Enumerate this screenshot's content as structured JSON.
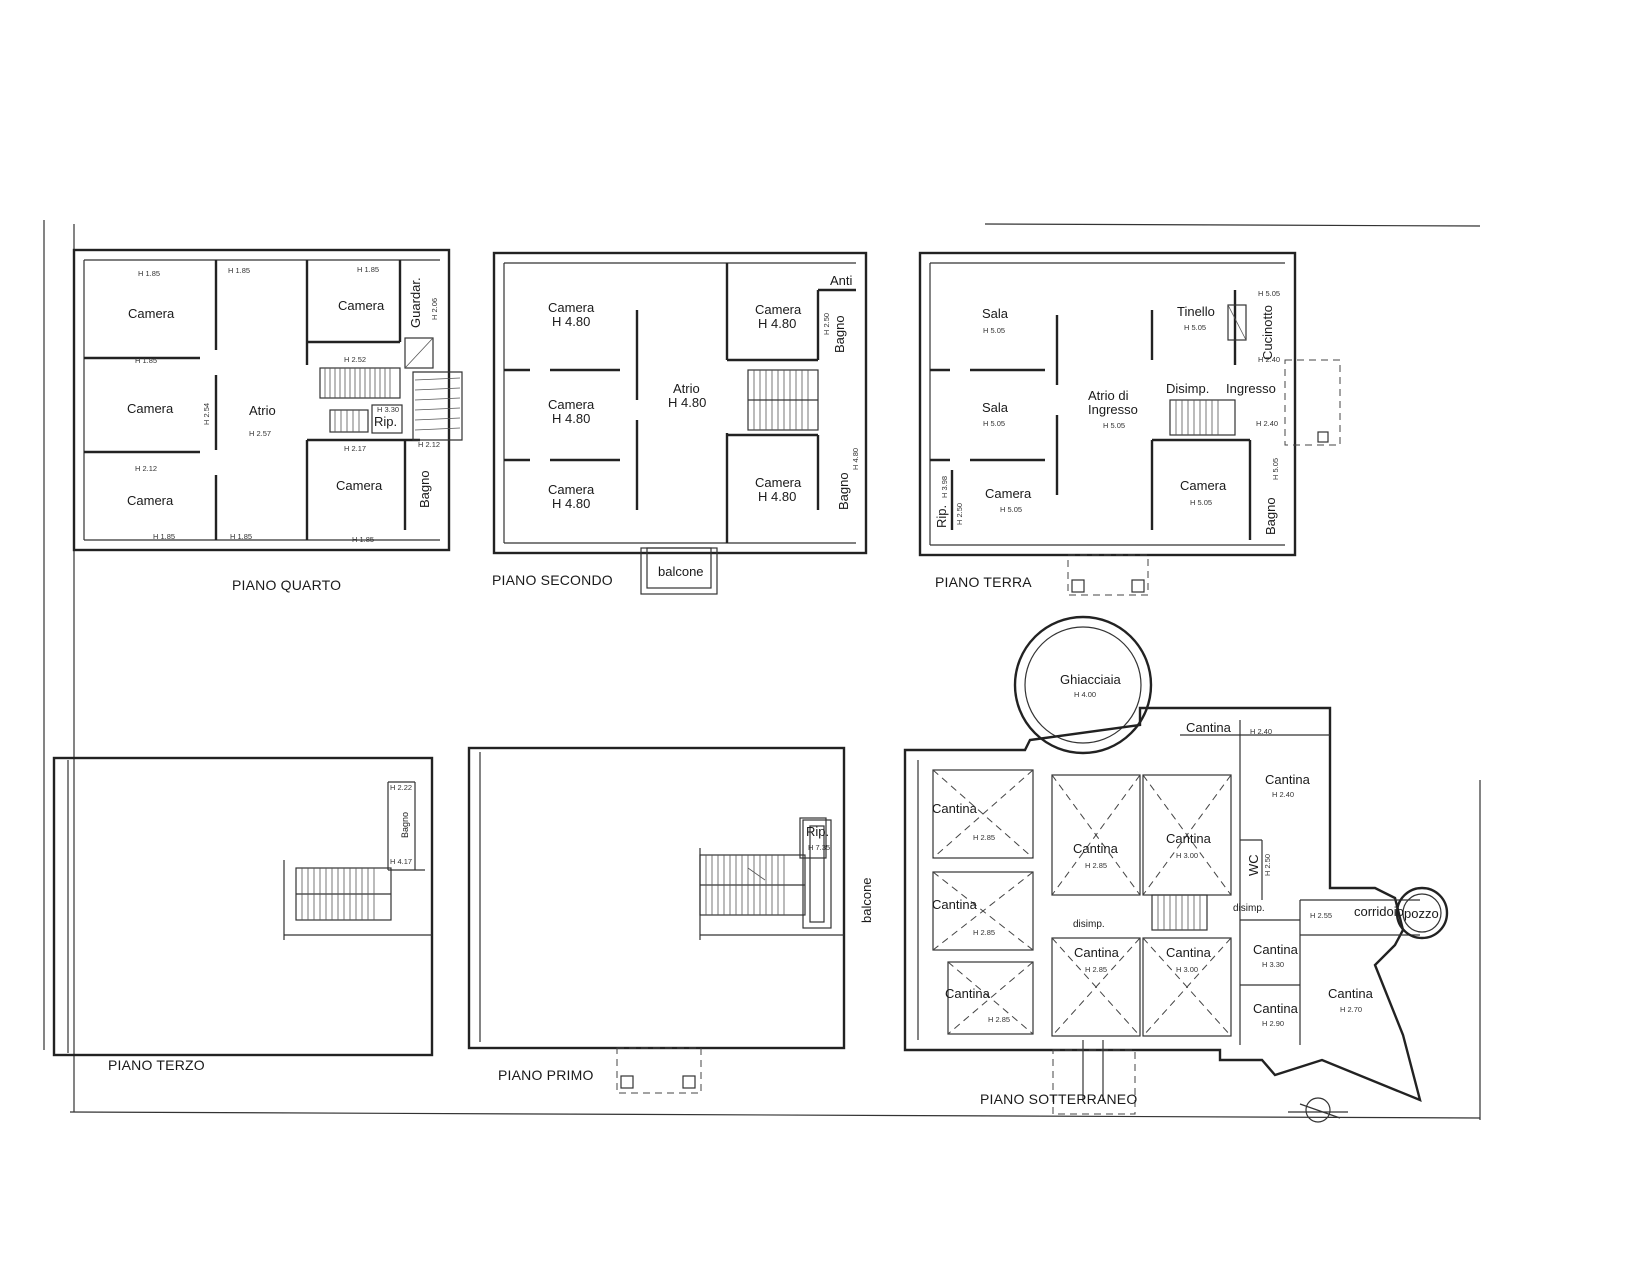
{
  "floors": {
    "quarto": {
      "title": "PIANO QUARTO",
      "rooms": {
        "camera1": "Camera",
        "camera2": "Camera",
        "camera3": "Camera",
        "camera4": "Camera",
        "camera5": "Camera",
        "atrio": "Atrio",
        "guardar": "Guardar.",
        "rip": "Rip.",
        "bagno": "Bagno"
      },
      "heights": {
        "h1": "H 1.85",
        "h2": "H 1.85",
        "h3": "H 1.85",
        "h4": "H 1.85",
        "h5": "H 1.85",
        "h6": "H 1.85",
        "h7": "H 1.85",
        "h8": "H 2.52",
        "h9": "H 2.57",
        "h10": "H 2.54",
        "h11": "H 2.12",
        "h12": "H 2.17",
        "h13": "H 3.30",
        "h14": "H 2.12",
        "h15": "H 2.06"
      }
    },
    "secondo": {
      "title": "PIANO SECONDO",
      "rooms": {
        "camera1": "Camera",
        "camera2": "Camera",
        "camera3": "Camera",
        "camera4": "Camera",
        "camera5": "Camera",
        "atrio": "Atrio",
        "anti": "Anti",
        "bagno1": "Bagno",
        "bagno2": "Bagno",
        "balcone": "balcone"
      },
      "heights": {
        "c1": "H 4.80",
        "c2": "H 4.80",
        "c3": "H 4.80",
        "c4": "H 4.80",
        "c5": "H 4.80",
        "atrio": "H 4.80",
        "b1": "H 2.50",
        "b2": "H 4.80"
      }
    },
    "terra": {
      "title": "PIANO TERRA",
      "rooms": {
        "sala1": "Sala",
        "sala2": "Sala",
        "camera1": "Camera",
        "camera2": "Camera",
        "atrio1": "Atrio di",
        "atrio2": "Ingresso",
        "tinello": "Tinello",
        "cucinotto": "Cucinotto",
        "disimp": "Disimp.",
        "ingresso": "Ingresso",
        "bagno": "Bagno",
        "rip": "Rip."
      },
      "heights": {
        "sala1": "H 5.05",
        "sala2": "H 5.05",
        "camera1": "H 5.05",
        "camera2": "H 5.05",
        "atrio": "H 5.05",
        "tinello": "H 5.05",
        "cuc1": "H 5.05",
        "cuc2": "H 2.40",
        "ingresso": "H 2.40",
        "bagno": "H 5.05",
        "rip1": "H 3.98",
        "rip2": "H 2.50"
      }
    },
    "terzo": {
      "title": "PIANO TERZO",
      "rooms": {
        "bagno": "Bagno"
      },
      "heights": {
        "h1": "H 2.22",
        "h2": "H 4.17"
      }
    },
    "primo": {
      "title": "PIANO PRIMO",
      "rooms": {
        "rip": "Rip.",
        "balcone": "balcone"
      },
      "heights": {
        "rip": "H 7.35"
      }
    },
    "sotterraneo": {
      "title": "PIANO SOTTERRANEO",
      "rooms": {
        "ghiacciaia": "Ghiacciaia",
        "cantina1": "Cantina",
        "cantina2": "Cantina",
        "cantina3": "Cantina",
        "cantina4": "Cantina",
        "cantina5": "Cantina",
        "cantina6": "Cantina",
        "cantina7": "Cantina",
        "cantina8": "Cantina",
        "cantina9": "Cantina",
        "cantina10": "Cantina",
        "cantina11": "Cantina",
        "cantina12": "Cantina",
        "disimp1": "disimp.",
        "disimp2": "disimp.",
        "wc": "WC",
        "corridoio": "corridoio",
        "pozzo": "pozzo"
      },
      "heights": {
        "ghiacciaia": "H 4.00",
        "c1": "H 2.85",
        "c2": "H 2.85",
        "c3": "H 3.00",
        "c4": "H 2.85",
        "c5": "H 2.85",
        "c6": "H 2.85",
        "c7": "H 3.00",
        "c8": "H 2.40",
        "c9": "H 2.40",
        "c10": "H 3.30",
        "c11": "H 2.90",
        "c12": "H 2.70",
        "wc": "H 2.50",
        "corr": "H 2.55"
      }
    }
  }
}
